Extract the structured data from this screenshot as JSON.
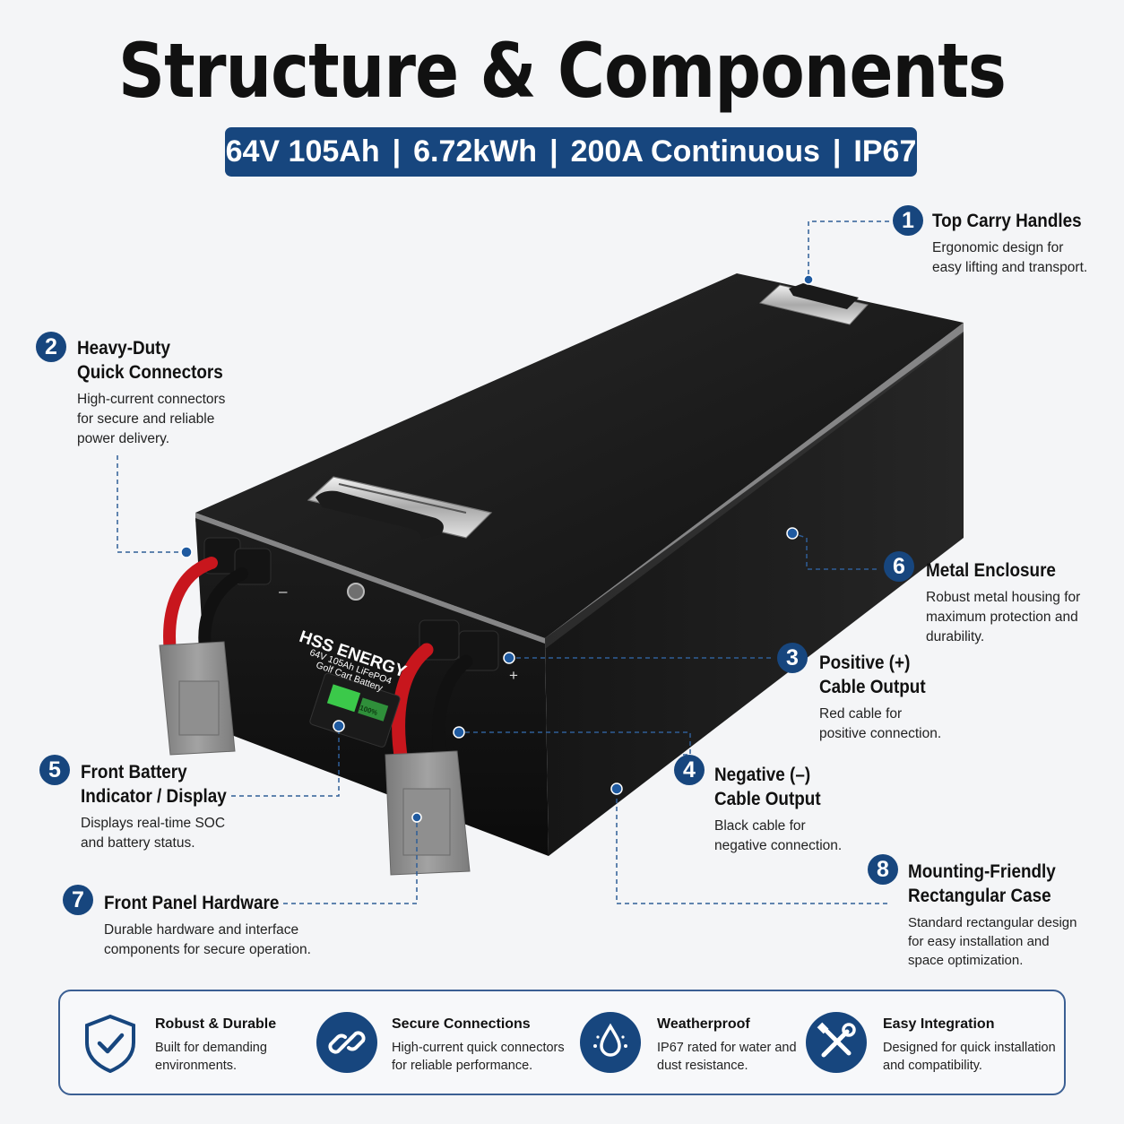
{
  "header": {
    "title": "Structure & Components",
    "specs": [
      "64V 105Ah",
      "6.72kWh",
      "200A Continuous",
      "IP67"
    ]
  },
  "battery": {
    "brand": "HSS ENERGY",
    "model": "64V 105Ah LiFePO4",
    "type": "Golf Cart Battery",
    "display_value": "100%",
    "neg_symbol": "–",
    "pos_symbol": "+"
  },
  "callouts": {
    "c1": {
      "num": "1",
      "title": "Top Carry Handles",
      "desc": [
        "Ergonomic design for",
        "easy lifting and transport."
      ]
    },
    "c2": {
      "num": "2",
      "title": [
        "Heavy-Duty",
        "Quick Connectors"
      ],
      "desc": [
        "High-current connectors",
        "for secure and reliable",
        "power delivery."
      ]
    },
    "c3": {
      "num": "3",
      "title": [
        "Positive (+)",
        "Cable Output"
      ],
      "desc": [
        "Red cable for",
        "positive connection."
      ]
    },
    "c4": {
      "num": "4",
      "title": [
        "Negative (–)",
        "Cable Output"
      ],
      "desc": [
        "Black cable for",
        "negative connection."
      ]
    },
    "c5": {
      "num": "5",
      "title": [
        "Front Battery",
        "Indicator / Display"
      ],
      "desc": [
        "Displays real-time SOC",
        "and battery status."
      ]
    },
    "c6": {
      "num": "6",
      "title": "Metal Enclosure",
      "desc": [
        "Robust metal housing for",
        "maximum protection and",
        "durability."
      ]
    },
    "c7": {
      "num": "7",
      "title": "Front Panel Hardware",
      "desc": [
        "Durable hardware and interface",
        "components for secure operation."
      ]
    },
    "c8": {
      "num": "8",
      "title": [
        "Mounting-Friendly",
        "Rectangular Case"
      ],
      "desc": [
        "Standard rectangular design",
        "for easy installation and",
        "space optimization."
      ]
    }
  },
  "features": [
    {
      "icon": "shield-check-icon",
      "title": "Robust & Durable",
      "desc": [
        "Built for demanding",
        "environments."
      ]
    },
    {
      "icon": "link-icon",
      "title": "Secure Connections",
      "desc": [
        "High-current quick connectors",
        "for reliable performance."
      ]
    },
    {
      "icon": "water-drop-icon",
      "title": "Weatherproof",
      "desc": [
        "IP67 rated for water and",
        "dust resistance."
      ]
    },
    {
      "icon": "tools-icon",
      "title": "Easy Integration",
      "desc": [
        "Designed for quick installation",
        "and compatibility."
      ]
    }
  ],
  "colors": {
    "accent": "#17467e",
    "case": "#121212",
    "cable_red": "#c8161d",
    "connector_gray": "#8d8d8d"
  }
}
